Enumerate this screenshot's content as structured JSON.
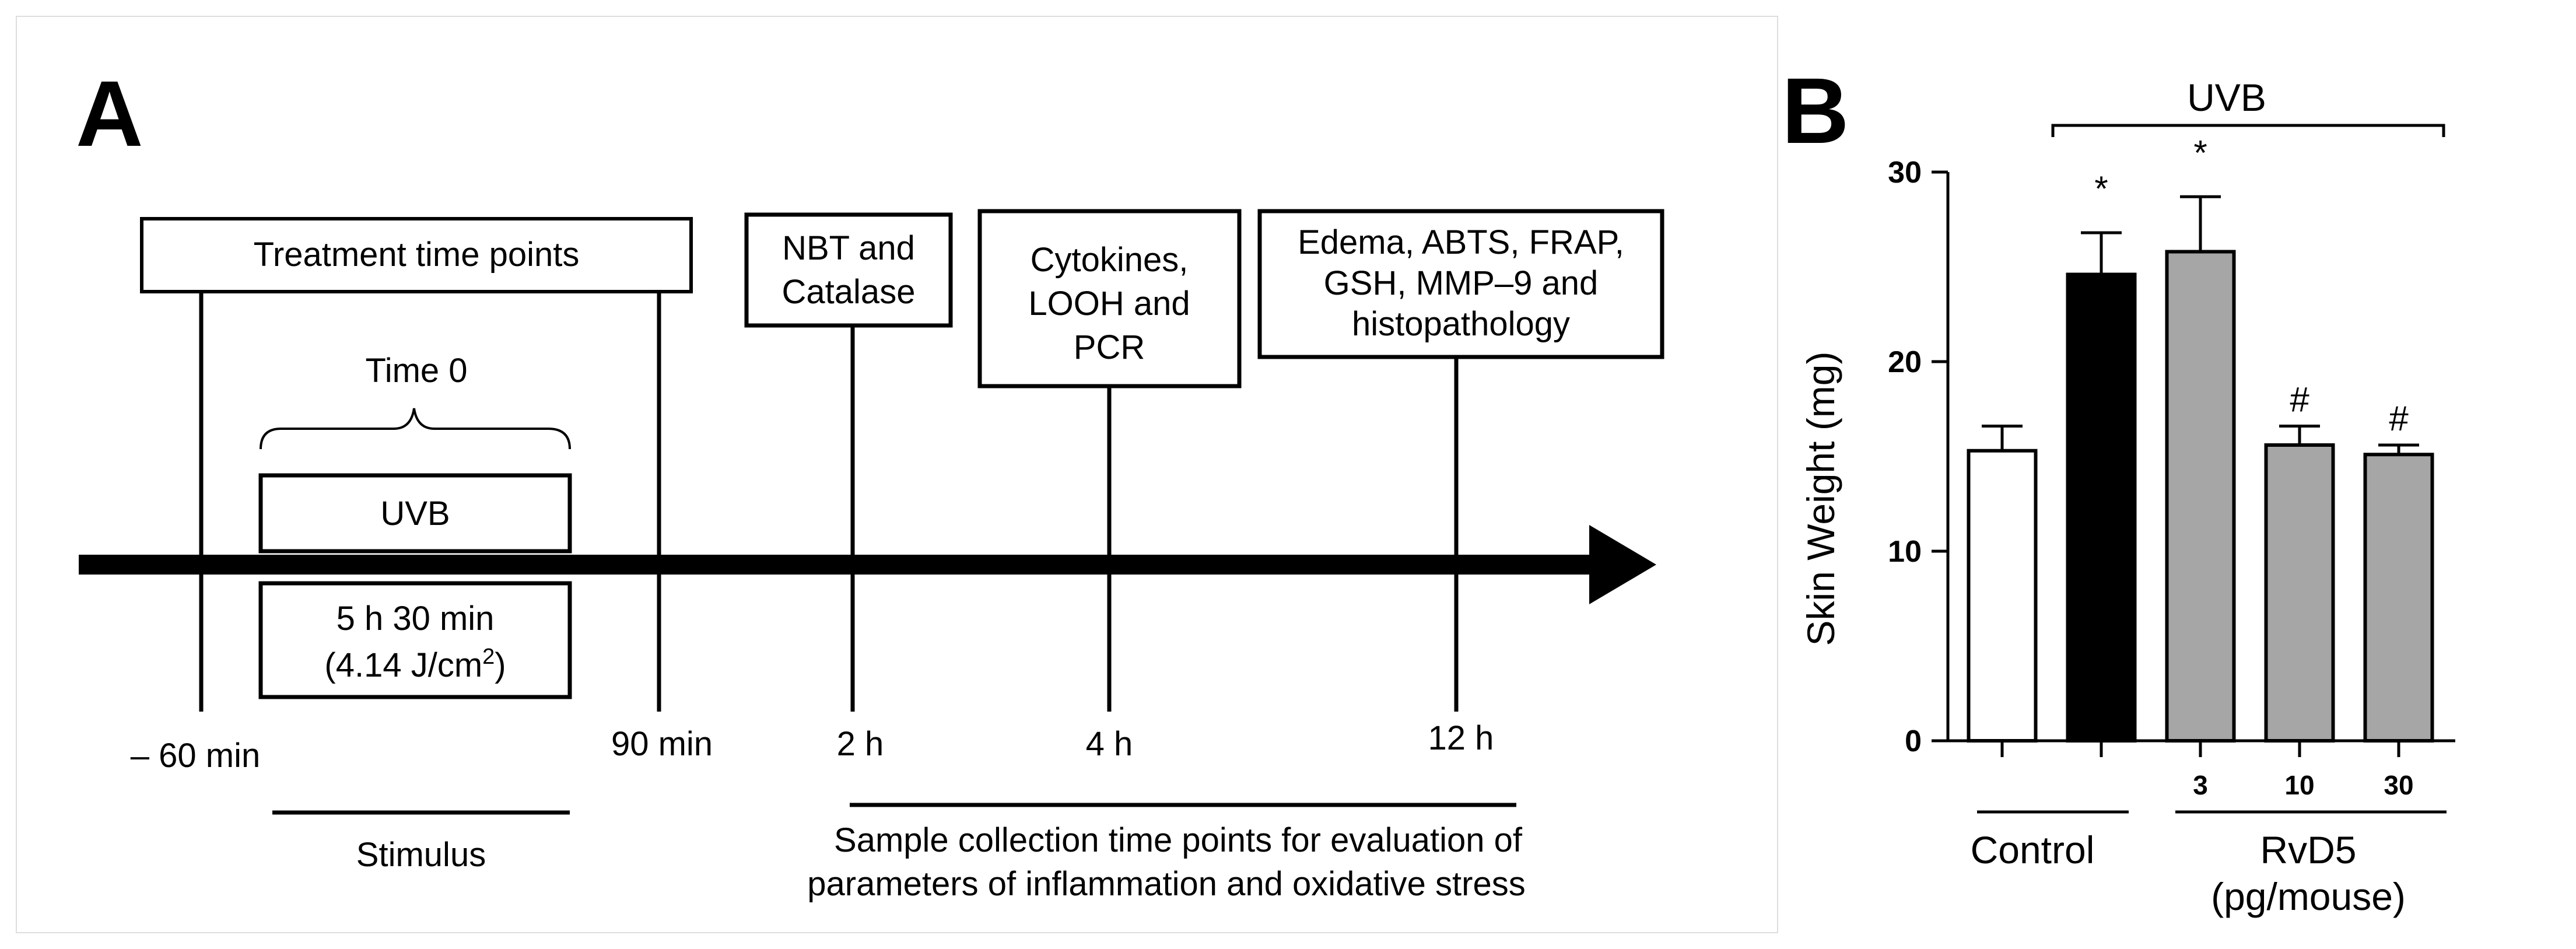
{
  "panel_a": {
    "letter": "A",
    "treatment_label": "Treatment time points",
    "time0_label": "Time 0",
    "uvb_label": "UVB",
    "dose_line1": "5 h 30 min",
    "dose_line2_pre": "(4.14 J/cm",
    "dose_sup": "2",
    "dose_line2_post": ")",
    "boxes": [
      {
        "lines": [
          "NBT and",
          "Catalase"
        ]
      },
      {
        "lines": [
          "Cytokines,",
          "LOOH and",
          "PCR"
        ]
      },
      {
        "lines": [
          "Edema,  ABTS, FRAP,",
          "GSH, MMP–9 and",
          "histopathology"
        ]
      }
    ],
    "time_points": [
      "– 60 min",
      "90 min",
      "2 h",
      "4 h",
      "12 h"
    ],
    "stimulus_label": "Stimulus",
    "sample_caption_line1": "Sample collection time points for evaluation of",
    "sample_caption_line2": "parameters of inflammation and oxidative stress"
  },
  "panel_b": {
    "letter": "B",
    "uvb_bracket_label": "UVB",
    "control_label": "Control",
    "rvd5_label_line1": "RvD5",
    "rvd5_label_line2": "(pg/mouse)"
  },
  "chart_data": {
    "type": "bar",
    "ylabel": "Skin Weight (mg)",
    "ylim": [
      0,
      30
    ],
    "yticks": [
      0,
      10,
      20,
      30
    ],
    "categories": [
      "",
      "",
      "3",
      "10",
      "30"
    ],
    "values": [
      15.3,
      24.6,
      25.8,
      15.6,
      15.1
    ],
    "errors": [
      1.3,
      2.2,
      2.9,
      1.0,
      0.5
    ],
    "bar_colors": [
      "#ffffff",
      "#000000",
      "#a6a6a6",
      "#a6a6a6",
      "#a6a6a6"
    ],
    "annotations": [
      "",
      "*",
      "*",
      "#",
      "#"
    ]
  }
}
